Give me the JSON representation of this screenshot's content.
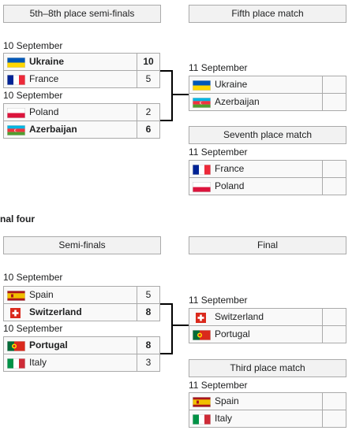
{
  "bracket_5_8": {
    "semifinals_header": "5th–8th place semi-finals",
    "fifth_header": "Fifth place match",
    "seventh_header": "Seventh place match",
    "sf1": {
      "date": "10 September",
      "team1": {
        "name": "Ukraine",
        "score": "10",
        "flag": "ukraine-flag"
      },
      "team2": {
        "name": "France",
        "score": "5",
        "flag": "france-flag"
      }
    },
    "sf2": {
      "date": "10 September",
      "team1": {
        "name": "Poland",
        "score": "2",
        "flag": "poland-flag"
      },
      "team2": {
        "name": "Azerbaijan",
        "score": "6",
        "flag": "azerbaijan-flag"
      }
    },
    "fifth": {
      "date": "11 September",
      "team1": {
        "name": "Ukraine",
        "score": "",
        "flag": "ukraine-flag"
      },
      "team2": {
        "name": "Azerbaijan",
        "score": "",
        "flag": "azerbaijan-flag"
      }
    },
    "seventh": {
      "date": "11 September",
      "team1": {
        "name": "France",
        "score": "",
        "flag": "france-flag"
      },
      "team2": {
        "name": "Poland",
        "score": "",
        "flag": "poland-flag"
      }
    }
  },
  "final_four": {
    "title": "nal four",
    "semifinals_header": "Semi-finals",
    "final_header": "Final",
    "third_header": "Third place match",
    "sf1": {
      "date": "10 September",
      "team1": {
        "name": "Spain",
        "score": "5",
        "flag": "spain-flag"
      },
      "team2": {
        "name": "Switzerland",
        "score": "8",
        "flag": "switzerland-flag"
      }
    },
    "sf2": {
      "date": "10 September",
      "team1": {
        "name": "Portugal",
        "score": "8",
        "flag": "portugal-flag"
      },
      "team2": {
        "name": "Italy",
        "score": "3",
        "flag": "italy-flag"
      }
    },
    "final": {
      "date": "11 September",
      "team1": {
        "name": "Switzerland",
        "score": "",
        "flag": "switzerland-flag"
      },
      "team2": {
        "name": "Portugal",
        "score": "",
        "flag": "portugal-flag"
      }
    },
    "third": {
      "date": "11 September",
      "team1": {
        "name": "Spain",
        "score": "",
        "flag": "spain-flag"
      },
      "team2": {
        "name": "Italy",
        "score": "",
        "flag": "italy-flag"
      }
    }
  }
}
